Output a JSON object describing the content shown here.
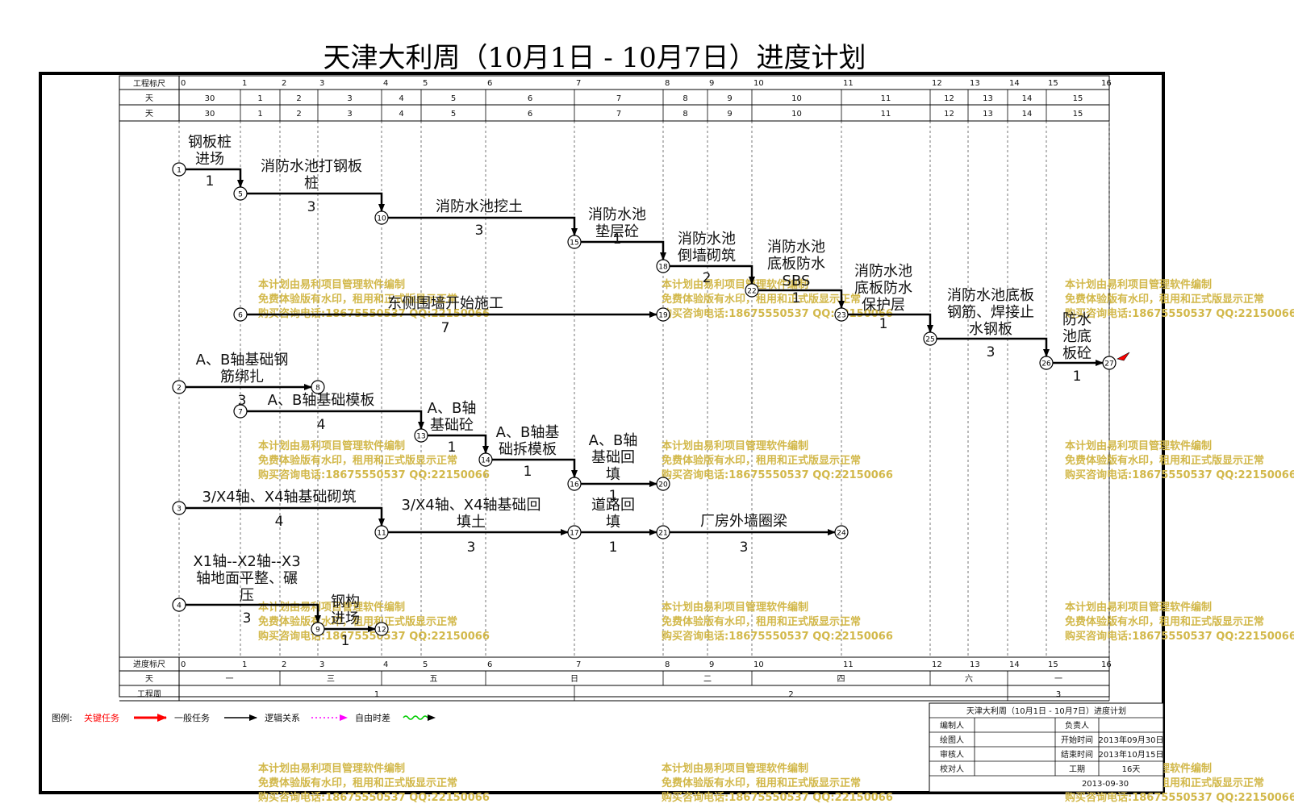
{
  "title": "天津大利周（10月1日 - 10月7日）进度计划",
  "header": {
    "row1_label": "工程标尺",
    "row2_label": "天",
    "row3_label": "天",
    "scale_ticks": [
      "0",
      "1",
      "2",
      "3",
      "4",
      "5",
      "6",
      "7",
      "8",
      "9",
      "10",
      "11",
      "12",
      "13",
      "14",
      "15",
      "16"
    ],
    "day_cells": [
      "30",
      "1",
      "2",
      "3",
      "4",
      "5",
      "6",
      "7",
      "8",
      "9",
      "10",
      "11",
      "12",
      "13",
      "14",
      "15"
    ]
  },
  "footer": {
    "row1_label": "进度标尺",
    "row2_label": "天",
    "row3_label": "工程周",
    "weekday_cells": [
      "一",
      "三",
      "五",
      "日",
      "二",
      "四",
      "六",
      "一"
    ],
    "week_cells": [
      "1",
      "2",
      "3"
    ]
  },
  "nodes": [
    "1",
    "2",
    "3",
    "4",
    "5",
    "6",
    "7",
    "8",
    "9",
    "10",
    "11",
    "12",
    "13",
    "14",
    "15",
    "16",
    "17",
    "18",
    "19",
    "20",
    "21",
    "22",
    "23",
    "24",
    "25",
    "26",
    "27"
  ],
  "tasks": [
    {
      "label": [
        "钢板桩",
        "进场"
      ],
      "duration": "1"
    },
    {
      "label": [
        "消防水池打钢板",
        "桩"
      ],
      "duration": "3"
    },
    {
      "label": [
        "消防水池挖土"
      ],
      "duration": "3"
    },
    {
      "label": [
        "消防水池",
        "垫层砼"
      ],
      "duration": "1"
    },
    {
      "label": [
        "消防水池",
        "倒墙砌筑"
      ],
      "duration": "2"
    },
    {
      "label": [
        "消防水池",
        "底板防水",
        "SBS"
      ],
      "duration": "1"
    },
    {
      "label": [
        "消防水池",
        "底板防水",
        "保护层"
      ],
      "duration": "1"
    },
    {
      "label": [
        "消防水池底板",
        "钢筋、焊接止",
        "水钢板"
      ],
      "duration": "3"
    },
    {
      "label": [
        "防水",
        "池底",
        "板砼"
      ],
      "duration": "1"
    },
    {
      "label": [
        "东侧围墙开始施工"
      ],
      "duration": "7"
    },
    {
      "label": [
        "A、B轴基础钢",
        "筋绑扎"
      ],
      "duration": "3"
    },
    {
      "label": [
        "A、B轴基础模板"
      ],
      "duration": "4"
    },
    {
      "label": [
        "A、B轴",
        "基础砼"
      ],
      "duration": "1"
    },
    {
      "label": [
        "A、B轴基",
        "础拆模板"
      ],
      "duration": "1"
    },
    {
      "label": [
        "A、B轴",
        "基础回",
        "填"
      ],
      "duration": "1"
    },
    {
      "label": [
        "3/X4轴、X4轴基础砌筑"
      ],
      "duration": "4"
    },
    {
      "label": [
        "3/X4轴、X4轴基础回",
        "填土"
      ],
      "duration": "3"
    },
    {
      "label": [
        "道路回",
        "填"
      ],
      "duration": "1"
    },
    {
      "label": [
        "厂房外墙圈梁"
      ],
      "duration": "3"
    },
    {
      "label": [
        "X1轴--X2轴--X3",
        "轴地面平整、碾",
        "压"
      ],
      "duration": "3"
    },
    {
      "label": [
        "钢构",
        "进场"
      ],
      "duration": "1"
    }
  ],
  "watermark": {
    "line1": "本计划由易利项目管理软件编制",
    "line2": "免费体验版有水印，租用和正式版显示正常",
    "line3": "购买咨询电话:18675550537 QQ:22150066"
  },
  "legend": {
    "prefix": "图例:",
    "critical": "关键任务",
    "normal": "一般任务",
    "logic": "逻辑关系",
    "float": "自由时差",
    "critical_color": "#ff0000",
    "normal_color": "#000000",
    "logic_color": "#ff00ff",
    "float_color": "#00cc00"
  },
  "title_block": {
    "title": "天津大利周（10月1日 - 10月7日）进度计划",
    "prepared_by": "编制人",
    "drawn_by": "绘图人",
    "reviewed_by": "审核人",
    "checked_by": "校对人",
    "responsible": "负责人",
    "start_label": "开始时间",
    "start_value": "2013年09月30日",
    "end_label": "结束时间",
    "end_value": "2013年10月15日",
    "duration_label": "工期",
    "duration_value": "16天",
    "date_value": "2013-09-30"
  }
}
